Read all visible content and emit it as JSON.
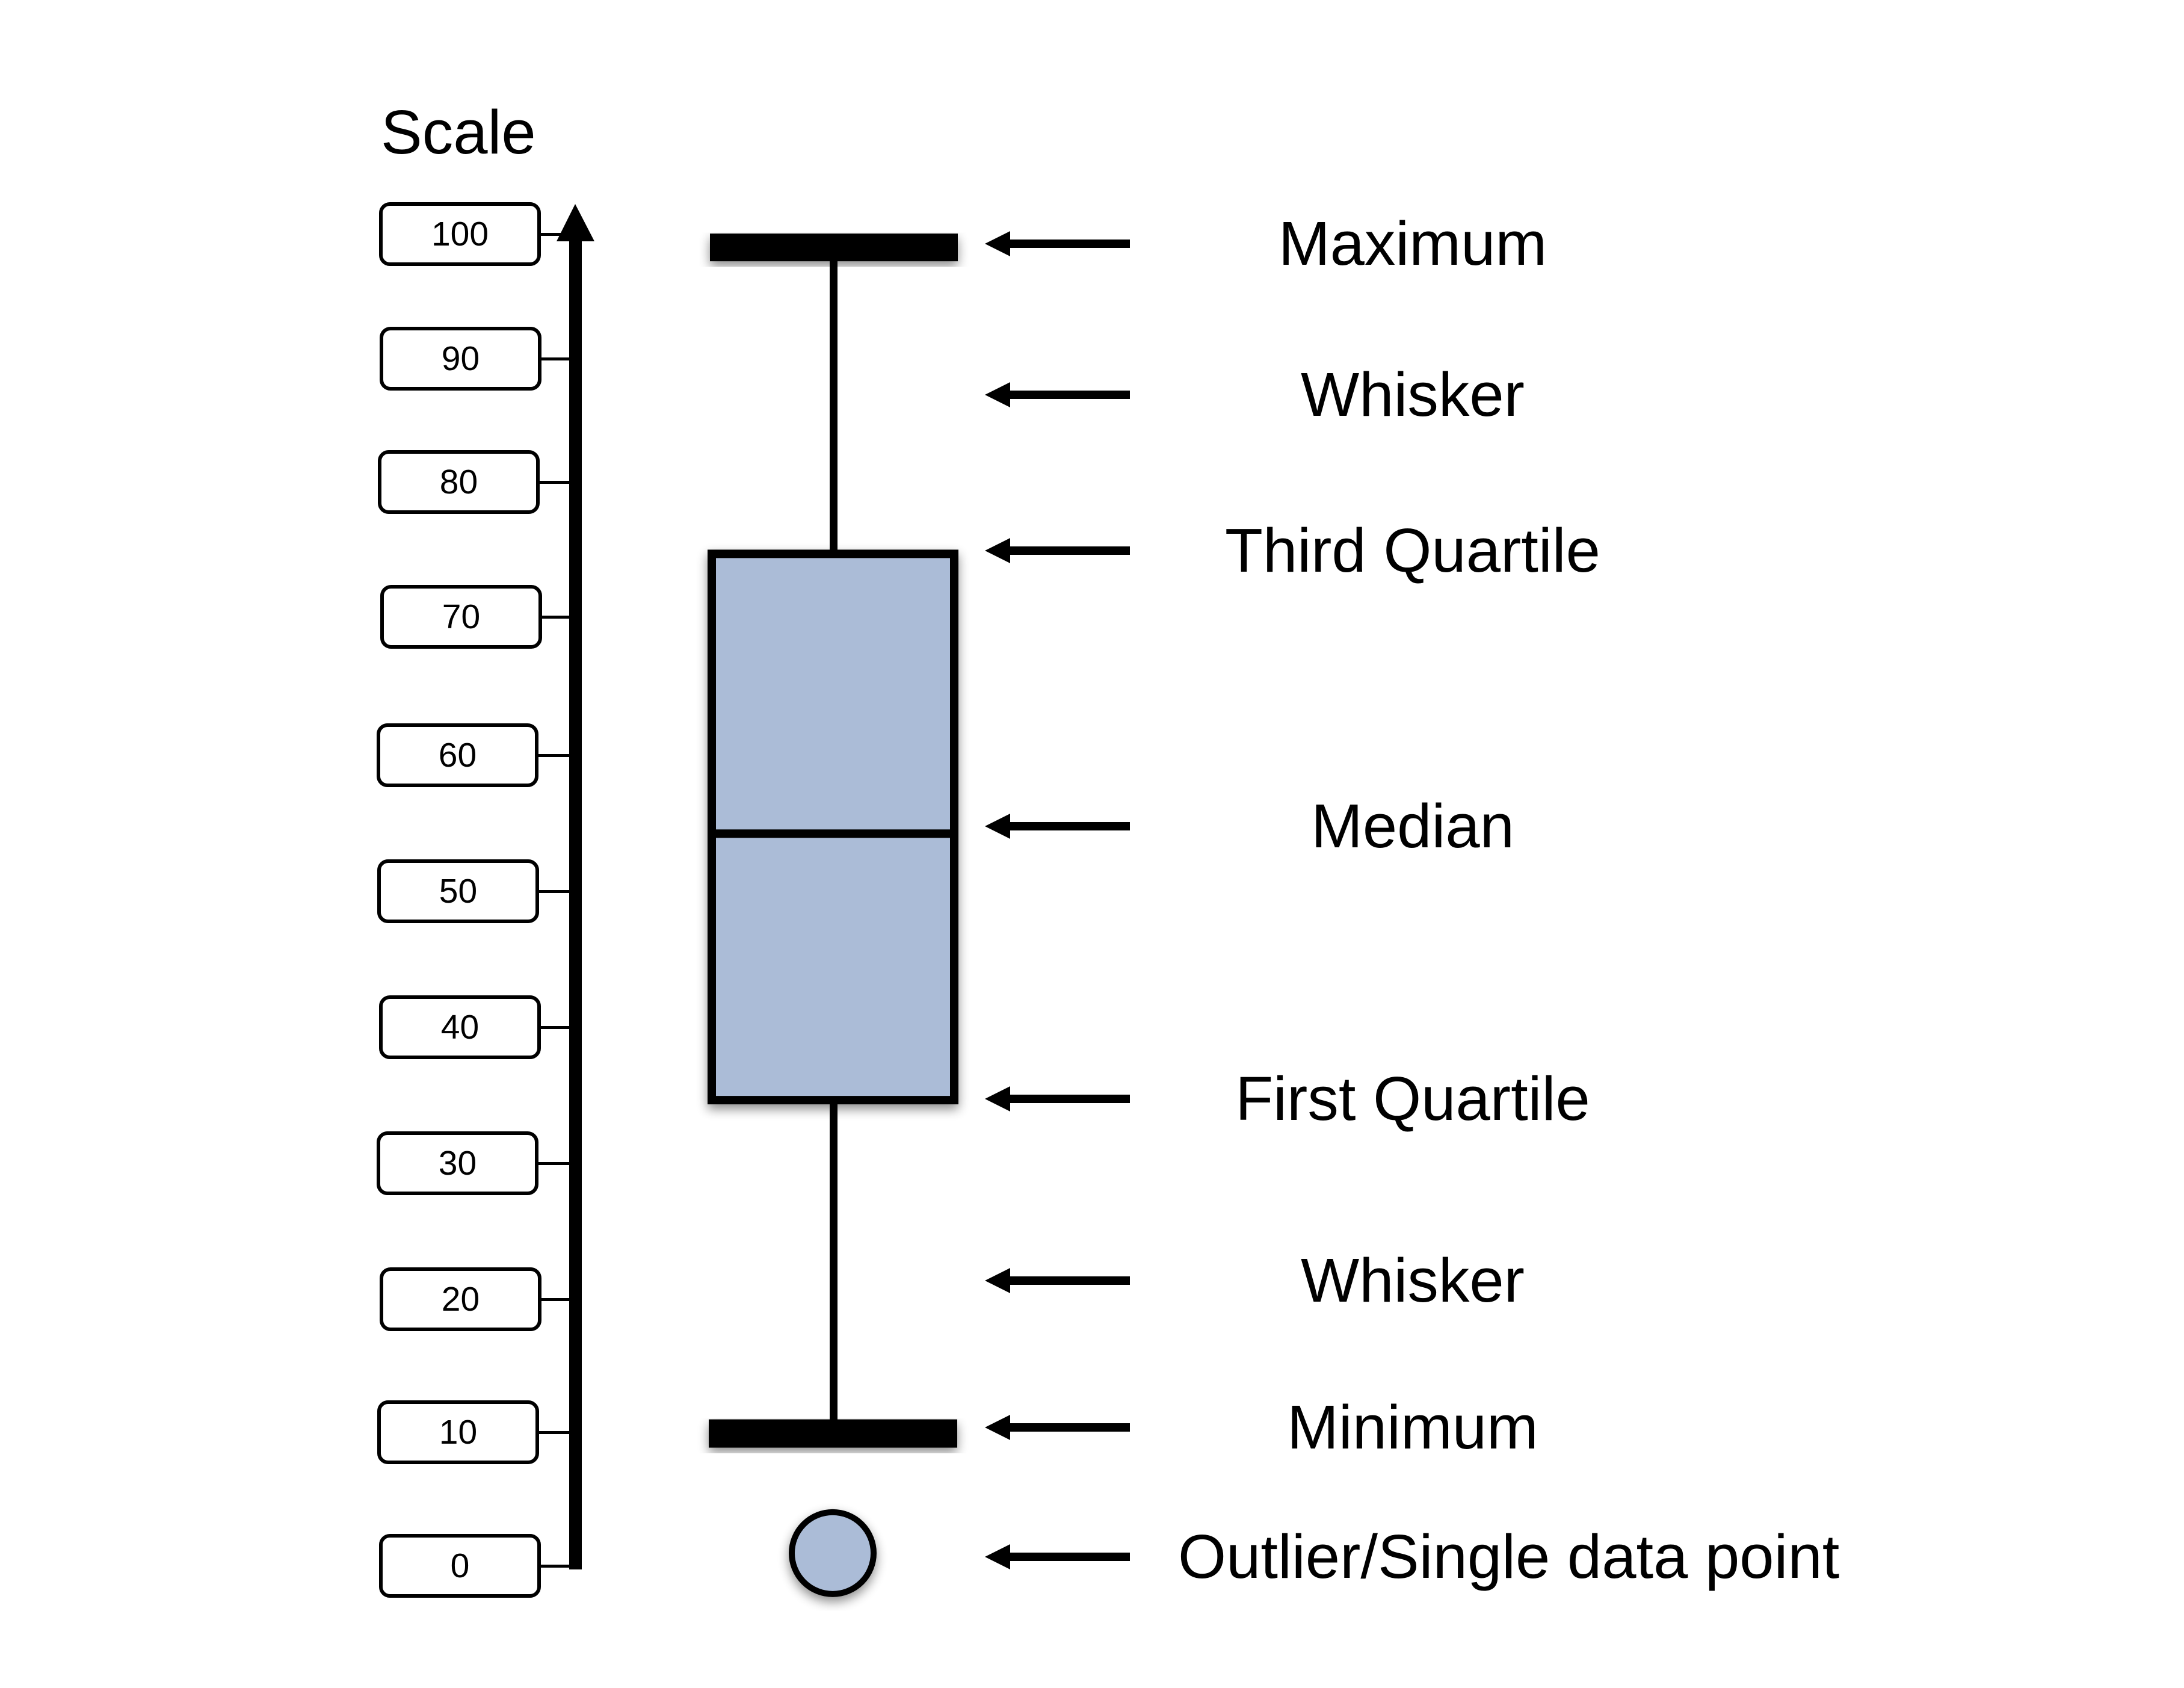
{
  "diagram": {
    "scale_title": "Scale",
    "scale_ticks": [
      "100",
      "90",
      "80",
      "70",
      "60",
      "50",
      "40",
      "30",
      "20",
      "10",
      "0"
    ],
    "labels": {
      "maximum": "Maximum",
      "upper_whisker": "Whisker",
      "third_quartile": "Third Quartile",
      "median": "Median",
      "first_quartile": "First Quartile",
      "lower_whisker": "Whisker",
      "minimum": "Minimum",
      "outlier": "Outlier/Single data point"
    },
    "colors": {
      "box_fill": "#ABBCD7",
      "outline": "#000000",
      "background": "#FFFFFF"
    }
  },
  "chart_data": {
    "type": "box",
    "title": "",
    "ylabel": "Scale",
    "ylim": [
      0,
      100
    ],
    "yticks": [
      0,
      10,
      20,
      30,
      40,
      50,
      60,
      70,
      80,
      90,
      100
    ],
    "box": {
      "maximum": 99,
      "third_quartile": 76,
      "median": 55,
      "first_quartile": 35,
      "minimum": 10,
      "outliers": [
        1
      ]
    }
  }
}
